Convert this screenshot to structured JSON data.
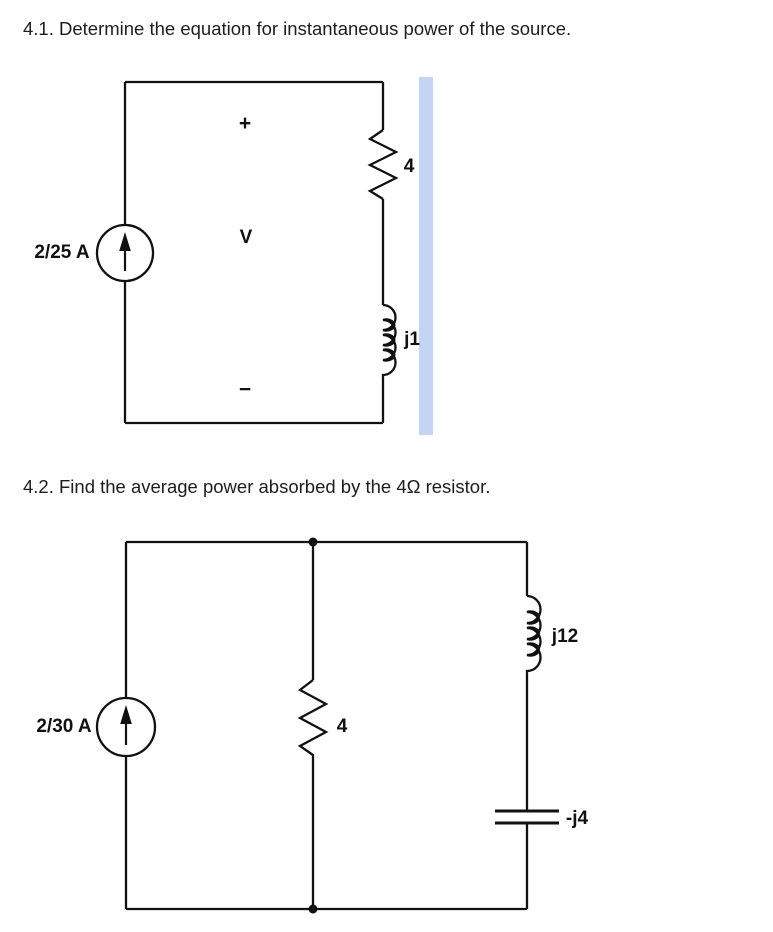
{
  "colors": {
    "background": "#ffffff",
    "wire": "#111111",
    "text": "#1d1d1d",
    "highlight": "#c4d3f8"
  },
  "q1": {
    "title": "4.1. Determine the equation for instantaneous power of the source.",
    "source_label": "2/25 A",
    "source_icon": "arrow-up-icon",
    "plus_sign": "+",
    "voltage_label": "V",
    "minus_sign": "−",
    "resistor_label": "4",
    "inductor_label": "j1"
  },
  "q2": {
    "title": "4.2. Find the average power absorbed by the 4Ω resistor.",
    "source_label": "2/30 A",
    "source_icon": "arrow-up-icon",
    "resistor_label": "4",
    "inductor_label": "j12",
    "capacitor_label": "-j4"
  }
}
